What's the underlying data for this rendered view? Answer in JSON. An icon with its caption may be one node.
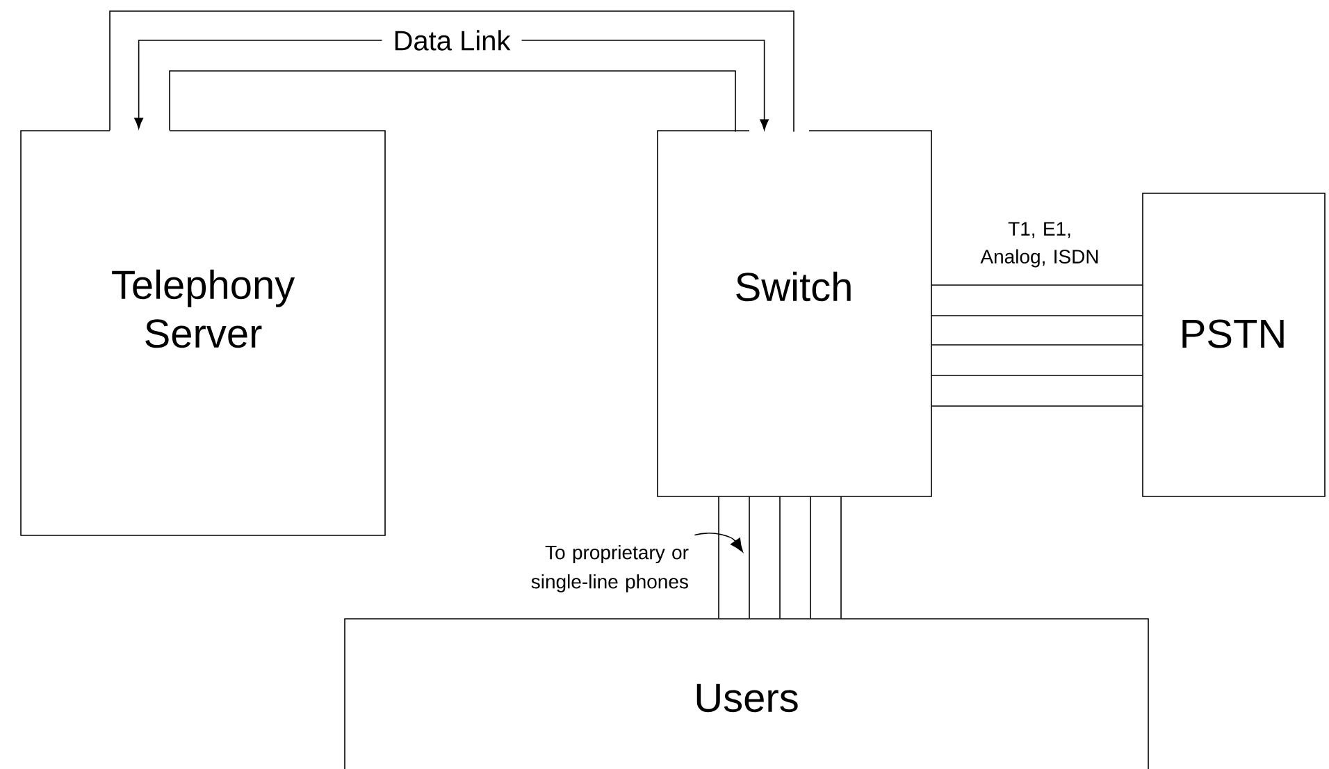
{
  "diagram": {
    "nodes": [
      {
        "text": [
          "Telephony Server"
        ]
      },
      {
        "text": [
          "Switch"
        ]
      },
      {
        "text": [
          "PSTN"
        ]
      },
      {
        "text": [
          "Users"
        ]
      },
      {
        "text": [
          "To proprietary or single-line phones"
        ]
      }
    ],
    "edges": [
      {
        "from": 0,
        "to": 1,
        "arrow": "both",
        "label": "Data Link"
      },
      {
        "from": 0,
        "to": 1,
        "arrow": "none"
      },
      {
        "from": 0,
        "to": 1,
        "arrow": "none"
      },
      {
        "from": 1,
        "to": 2,
        "arrow": "none"
      },
      {
        "from": 1,
        "to": 2,
        "arrow": "none"
      },
      {
        "from": 1,
        "to": 2,
        "arrow": "none"
      },
      {
        "from": 1,
        "to": 2,
        "arrow": "none"
      },
      {
        "from": 1,
        "to": 2,
        "arrow": "none"
      },
      {
        "from": 1,
        "to": 3,
        "arrow": "none"
      },
      {
        "from": 1,
        "to": 3,
        "arrow": "none"
      },
      {
        "from": 1,
        "to": 3,
        "arrow": "none"
      },
      {
        "from": 1,
        "to": 3,
        "arrow": "none"
      },
      {
        "from": 1,
        "to": 3,
        "arrow": "none"
      },
      {
        "from": 4,
        "to": null,
        "arrow": "to"
      }
    ],
    "labels": [
      "T1, E1, Analog, ISDN"
    ]
  }
}
